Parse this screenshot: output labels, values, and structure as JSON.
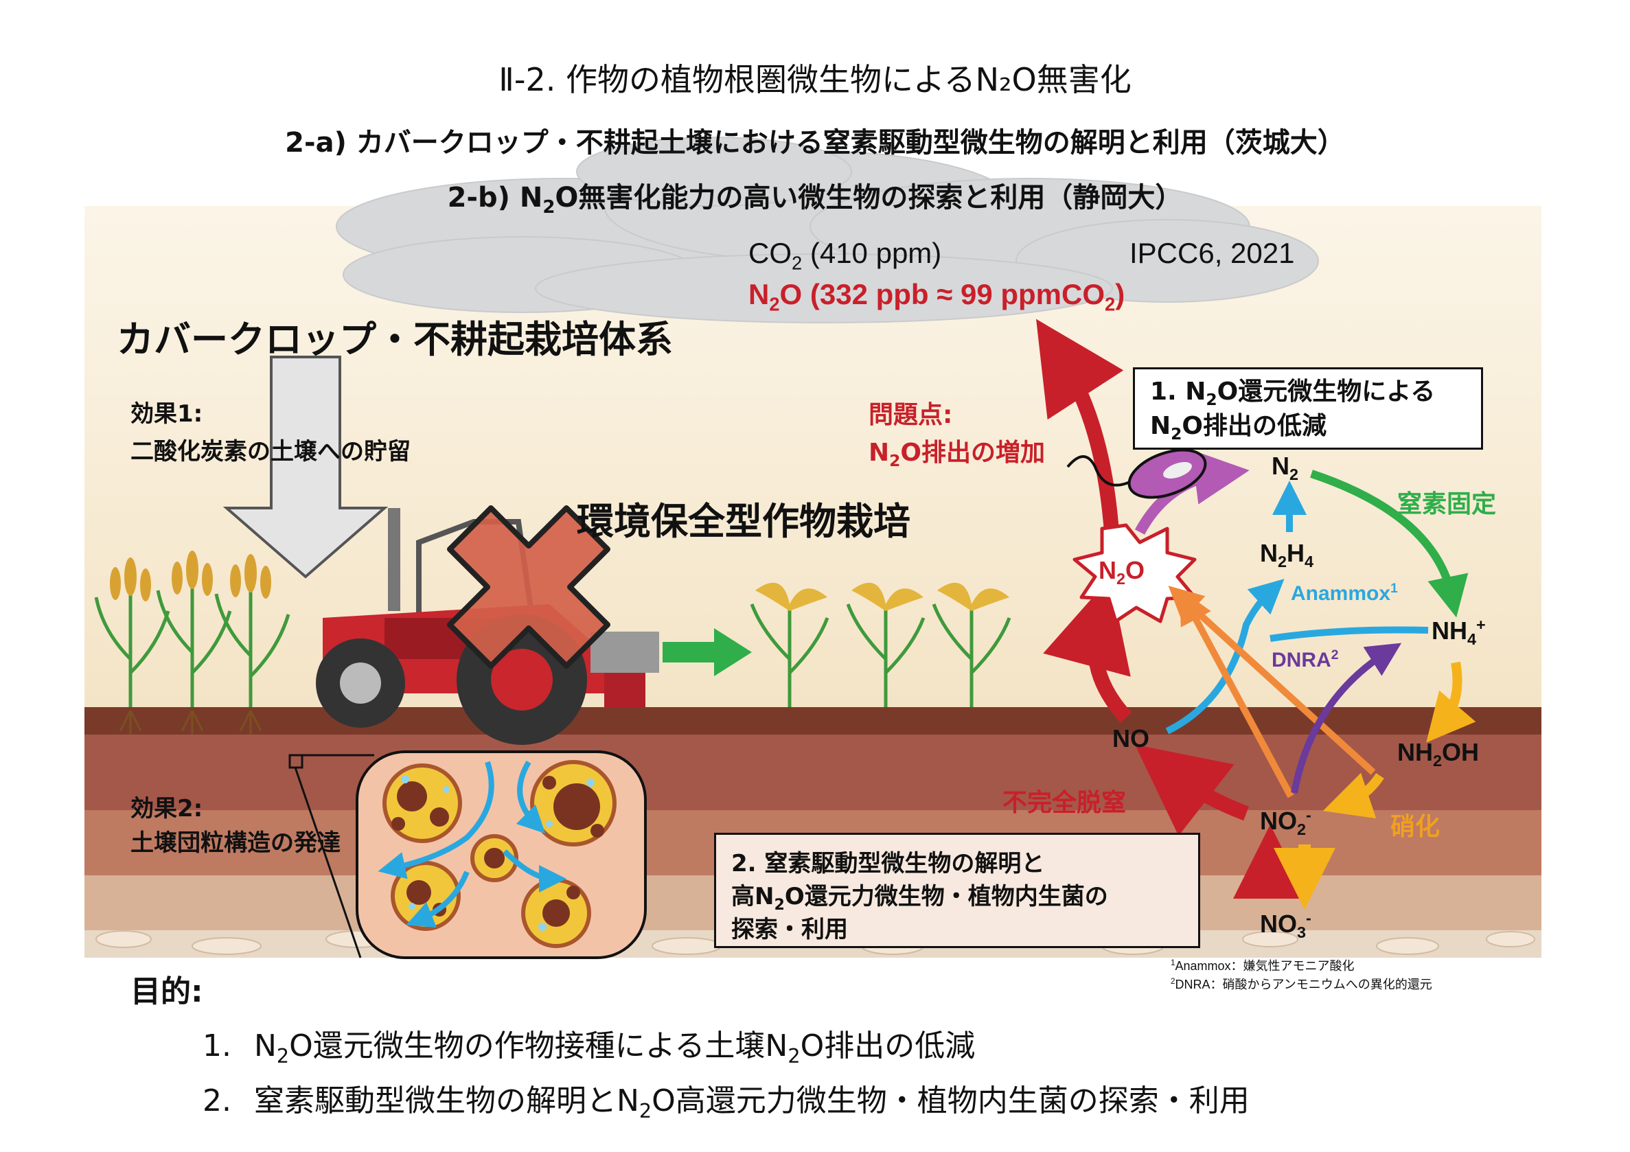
{
  "title": "Ⅱ-2. 作物の植物根圏微生物によるN₂O無害化",
  "subtitle_a": "2-a) カバークロップ・不耕起土壌における窒素駆動型微生物の解明と利用（茨城大）",
  "subtitle_b_pre": "2-b) N",
  "subtitle_b_sub": "2",
  "subtitle_b_post": "O無害化能力の高い微生物の探索と利用（静岡大）",
  "co2_pre": "CO",
  "co2_sub": "2",
  "co2_post": " (410 ppm)",
  "ipcc": "IPCC6, 2021",
  "n2o_line": {
    "a": "N",
    "b": "2",
    "c": "O (332 ppb ≈ 99 ppmCO",
    "d": "2",
    "e": ")"
  },
  "system_title": "カバークロップ・不耕起栽培体系",
  "effect1_title": "効果1:",
  "effect1_text": "二酸化炭素の土壌への貯留",
  "effect2_title": "効果2:",
  "effect2_text": "土壌団粒構造の発達",
  "eco_title": "環境保全型作物栽培",
  "problem_title": "問題点:",
  "problem_text": {
    "a": "N",
    "b": "2",
    "c": "O排出の増加"
  },
  "box1": {
    "l1a": "1. N",
    "l1b": "2",
    "l1c": "O還元微生物による",
    "l2a": "N",
    "l2b": "2",
    "l2c": "O排出の低減"
  },
  "box2": {
    "l1": "2. 窒素駆動型微生物の解明と",
    "l2a": "高N",
    "l2b": "2",
    "l2c": "O還元力微生物・植物内生菌の",
    "l3": "探索・利用"
  },
  "cycle": {
    "n2": "N",
    "n2_sub": "2",
    "n2h4_a": "N",
    "n2h4_b": "2",
    "n2h4_c": "H",
    "n2h4_d": "4",
    "nh4_a": "NH",
    "nh4_b": "4",
    "nh4_c": "+",
    "nh2oh_a": "NH",
    "nh2oh_b": "2",
    "nh2oh_c": "OH",
    "no2_a": "NO",
    "no2_b": "2",
    "no2_c": "-",
    "no3_a": "NO",
    "no3_b": "3",
    "no3_c": "-",
    "no": "NO",
    "n2o_a": "N",
    "n2o_b": "2",
    "n2o_c": "O",
    "anammox": "Anammox",
    "anammox_sup": "1",
    "dnra": "DNRA",
    "dnra_sup": "2",
    "fixation": "窒素固定",
    "nitrification": "硝化",
    "denitrification": "不完全脱窒"
  },
  "footnote1": {
    "sup": "1",
    "text": "Anammox：嫌気性アモニア酸化"
  },
  "footnote2": {
    "sup": "2",
    "text": "DNRA：硝酸からアンモニウムへの異化的還元"
  },
  "purpose_title": "目的:",
  "goal1": {
    "num": "1.",
    "a": "N",
    "b": "2",
    "c": "O還元微生物の作物接種による土壌N",
    "d": "2",
    "e": "O排出の低減"
  },
  "goal2": {
    "num": "2.",
    "a": "窒素駆動型微生物の解明とN",
    "b": "2",
    "c": "O高還元力微生物・植物内生菌の探索・利用"
  },
  "colors": {
    "arrow_red": "#c8202a",
    "arrow_green": "#2fae4a",
    "arrow_yellow": "#f5b21b",
    "arrow_blue": "#29a8e0",
    "arrow_orange": "#f08a3a",
    "arrow_purple": "#6a3a9c",
    "fixation_text": "#2fae4a",
    "nitrification_text": "#f0a020",
    "anammox_text": "#29a8e0",
    "dnra_text": "#6a3a9c"
  }
}
